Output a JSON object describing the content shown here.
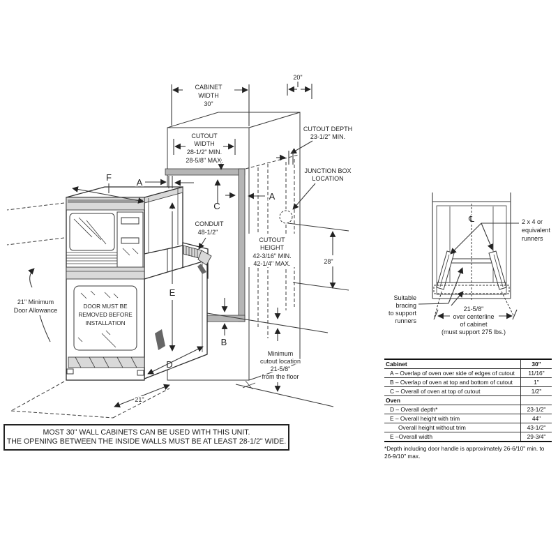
{
  "main": {
    "dim_20": "20\"",
    "cabinet_width": [
      "CABINET",
      "WIDTH",
      "30\""
    ],
    "cutout_width": [
      "CUTOUT",
      "WIDTH",
      "28-1/2\" MIN.",
      "28-5/8\" MAX."
    ],
    "cutout_depth": [
      "CUTOUT DEPTH",
      "23-1/2\" MIN."
    ],
    "junction_box": [
      "JUNCTION BOX",
      "LOCATION"
    ],
    "cutout_height": [
      "CUTOUT",
      "HEIGHT",
      "42-3/16\" MIN.",
      "42-1/4\" MAX."
    ],
    "dim_28": "28\"",
    "conduit": [
      "CONDUIT",
      "48-1/2\""
    ],
    "door_allowance": [
      "21\" Minimum",
      "Door Allowance"
    ],
    "door_note": [
      "DOOR MUST BE",
      "REMOVED BEFORE",
      "INSTALLATION"
    ],
    "min_cutout": [
      "Minimum",
      "cutout location",
      "21-5/8\"",
      "from the floor"
    ],
    "dim_21": "21\"",
    "letter_a": "A",
    "letter_b": "B",
    "letter_c": "C",
    "letter_d": "D",
    "letter_e": "E",
    "letter_f": "F"
  },
  "note": {
    "line1": "MOST 30\" WALL CABINETS CAN BE USED WITH THIS UNIT.",
    "line2": "THE OPENING BETWEEN THE INSIDE WALLS MUST BE AT LEAST 28-1/2\" WIDE."
  },
  "runner_panel": {
    "centerline_symbol": "℄",
    "runners_label": [
      "2 x 4 or",
      "equivalent",
      "runners"
    ],
    "bracing_label": [
      "Suitable",
      "bracing",
      "to support",
      "runners"
    ],
    "dim": [
      "21-5/8\"",
      "over centerline",
      "of cabinet",
      "(must support 275 lbs.)"
    ]
  },
  "spec_table": {
    "header_label": "Cabinet",
    "header_value": "30\"",
    "rows": [
      {
        "label": "A – Overlap of oven over side of edges of cutout",
        "value": "11/16\""
      },
      {
        "label": "B – Overlap of oven at top and bottom of cutout",
        "value": "1\""
      },
      {
        "label": "C – Overall of oven at top of cutout",
        "value": "1/2\""
      },
      {
        "label": "Oven",
        "value": ""
      },
      {
        "label": "D – Overall depth*",
        "value": "23-1/2\""
      },
      {
        "label": "E – Overall height with trim",
        "value": "44\""
      },
      {
        "label": "Overall height without trim",
        "value": "43-1/2\""
      },
      {
        "label": "E –Overall width",
        "value": "29-3/4\""
      }
    ],
    "footnote": "*Depth including door handle is approximately 26-6/10\" min. to 26-9/10\" max."
  },
  "colors": {
    "line": "#3a3a3a",
    "shade": "#b5b5b5",
    "background": "#ffffff"
  }
}
